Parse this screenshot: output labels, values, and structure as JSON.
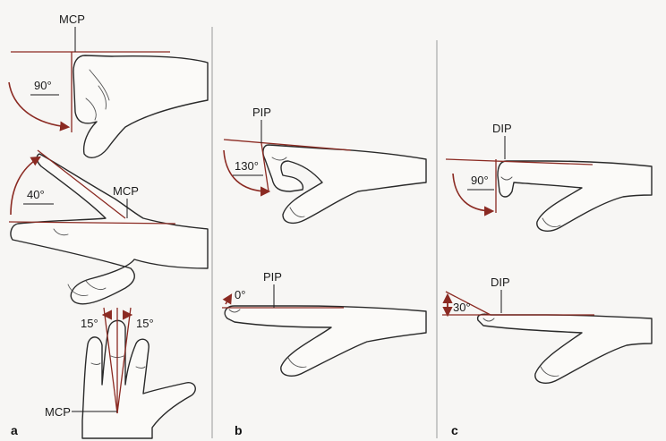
{
  "panels": [
    {
      "label": "a",
      "figures": [
        {
          "joint_label": "MCP",
          "angle_label": "90°"
        },
        {
          "joint_label": "MCP",
          "angle_label": "40°"
        },
        {
          "joint_label": "MCP",
          "angle_left": "15°",
          "angle_right": "15°"
        }
      ]
    },
    {
      "label": "b",
      "figures": [
        {
          "joint_label": "PIP",
          "angle_label": "130°"
        },
        {
          "joint_label": "PIP",
          "angle_label": "0°"
        }
      ]
    },
    {
      "label": "c",
      "figures": [
        {
          "joint_label": "DIP",
          "angle_label": "90°"
        },
        {
          "joint_label": "DIP",
          "angle_label": "30°"
        }
      ]
    }
  ],
  "colors": {
    "reference_line": "#8b2a22",
    "outline": "#2a2a2a",
    "background": "#f7f6f4"
  }
}
